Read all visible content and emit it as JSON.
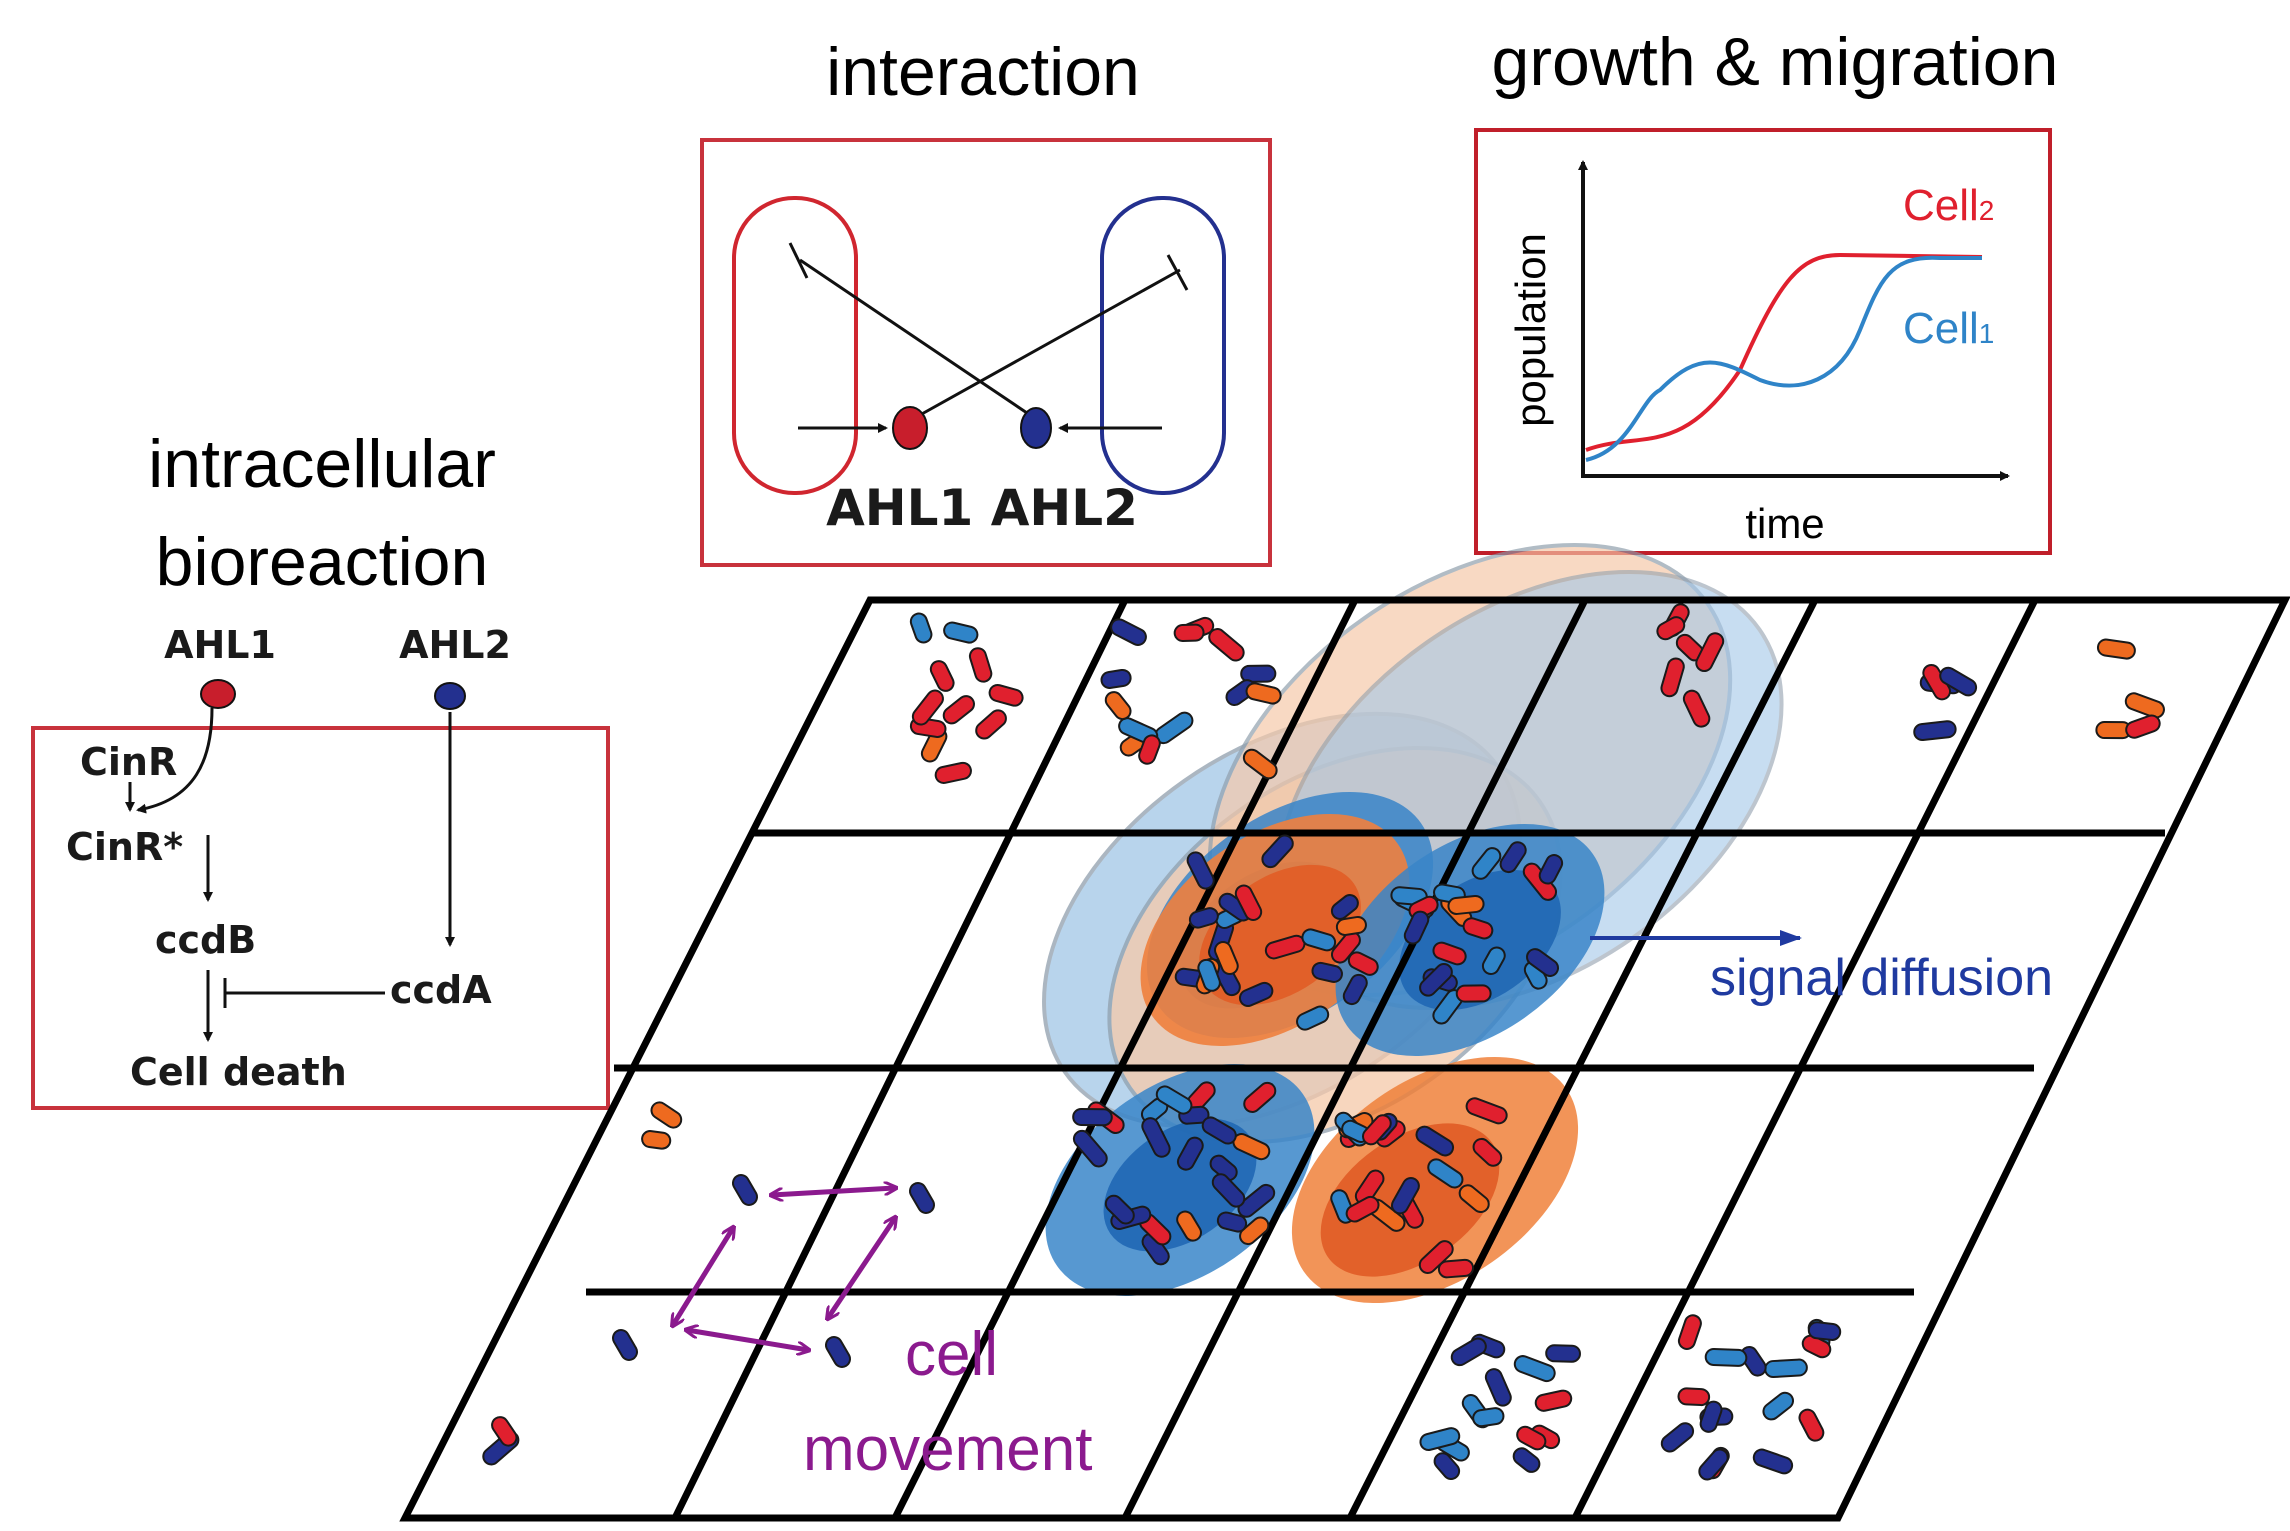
{
  "titles": {
    "interaction": "interaction",
    "growth": "growth & migration",
    "intracellular_1": "intracellular",
    "intracellular_2": "bioreaction"
  },
  "pathway": {
    "ahl1": "AHL1",
    "ahl2": "AHL2",
    "cinr": "CinR",
    "cinr_star": "CinR*",
    "ccdb": "ccdB",
    "ccda": "ccdA",
    "cell_death": "Cell death"
  },
  "interaction": {
    "ahl1": "AHL1",
    "ahl2": "AHL2"
  },
  "growth_plot": {
    "ylabel": "population",
    "xlabel": "time",
    "cell2_base": "Cell",
    "cell2_sub": "2",
    "cell1_base": "Cell",
    "cell1_sub": "1"
  },
  "grid": {
    "signal_label": "signal diffusion",
    "movement_label_1": "cell",
    "movement_label_2": "movement"
  },
  "colors": {
    "red": "#e0202e",
    "blue": "#23308f",
    "light_blue": "#2f84c8",
    "orange": "#ee6a1f",
    "purple": "#8b1a8e",
    "frame_red": "#c8323c"
  }
}
